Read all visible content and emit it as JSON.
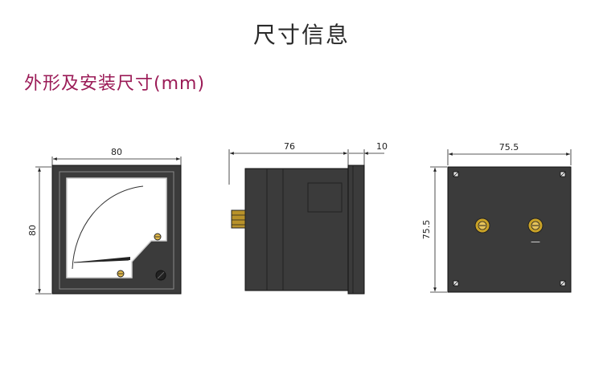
{
  "header": {
    "title": "尺寸信息"
  },
  "section": {
    "title": "外形及安装尺寸(mm)"
  },
  "front_view": {
    "width_label": "80",
    "height_label": "80"
  },
  "side_view": {
    "depth_label": "76",
    "bezel_label": "10"
  },
  "rear_view": {
    "width_label": "75.5",
    "height_label": "75.5",
    "terminal_sign": "—"
  },
  "colors": {
    "title": "#2a2a2a",
    "section": "#9b1b57",
    "body": "#3b3b3b",
    "outline": "#222222",
    "terminal": "#c9a227"
  }
}
